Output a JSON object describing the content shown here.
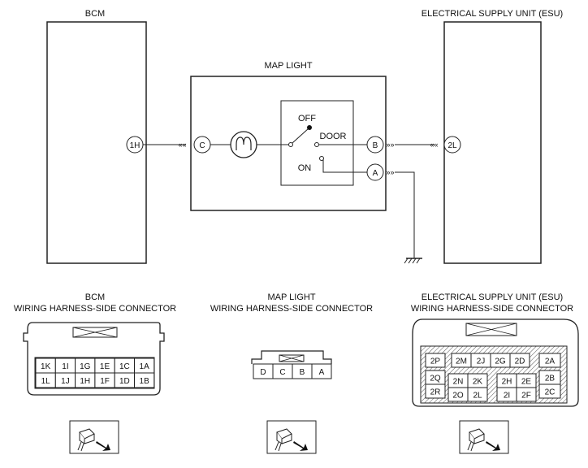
{
  "top": {
    "bcm_label": "BCM",
    "esu_label": "ELECTRICAL SUPPLY UNIT (ESU)",
    "map_light_label": "MAP LIGHT",
    "terminals": {
      "bcm_1h": "1H",
      "map_c": "C",
      "map_b": "B",
      "map_a": "A",
      "esu_2l": "2L"
    },
    "switch": {
      "off": "OFF",
      "door": "DOOR",
      "on": "ON"
    }
  },
  "connectors": {
    "bcm": {
      "title_line1": "BCM",
      "title_line2": "WIRING HARNESS-SIDE CONNECTOR",
      "row1": [
        "1K",
        "1I",
        "1G",
        "1E",
        "1C",
        "1A"
      ],
      "row2": [
        "1L",
        "1J",
        "1H",
        "1F",
        "1D",
        "1B"
      ]
    },
    "map": {
      "title_line1": "MAP LIGHT",
      "title_line2": "WIRING HARNESS-SIDE CONNECTOR",
      "pins": [
        "D",
        "C",
        "B",
        "A"
      ]
    },
    "esu": {
      "title_line1": "ELECTRICAL SUPPLY UNIT (ESU)",
      "title_line2": "WIRING HARNESS-SIDE CONNECTOR",
      "pins": {
        "p2P": "2P",
        "p2M": "2M",
        "p2J": "2J",
        "p2G": "2G",
        "p2D": "2D",
        "p2A": "2A",
        "p2Q": "2Q",
        "p2N": "2N",
        "p2K": "2K",
        "p2H": "2H",
        "p2E": "2E",
        "p2B": "2B",
        "p2R": "2R",
        "p2O": "2O",
        "p2L": "2L",
        "p2I": "2I",
        "p2F": "2F",
        "p2C": "2C"
      }
    }
  }
}
